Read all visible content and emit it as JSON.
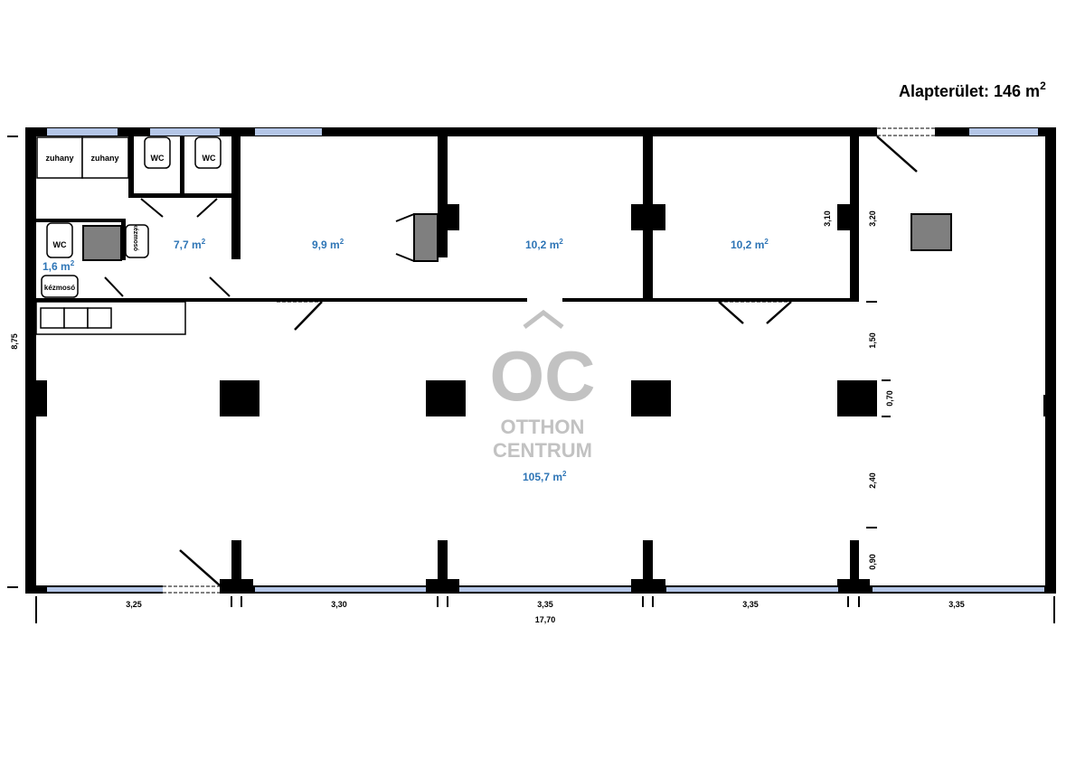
{
  "title": {
    "label": "Alapterület: 146 m",
    "sup": "2"
  },
  "rooms": [
    {
      "area": "1,6 m",
      "sup": "2"
    },
    {
      "area": "7,7 m",
      "sup": "2"
    },
    {
      "area": "9,9 m",
      "sup": "2"
    },
    {
      "area": "10,2 m",
      "sup": "2"
    },
    {
      "area": "10,2 m",
      "sup": "2"
    },
    {
      "area": "105,7 m",
      "sup": "2"
    }
  ],
  "fixtures": {
    "shower1": "zuhany",
    "shower2": "zuhany",
    "wc1": "WC",
    "wc2": "WC",
    "wc3": "WC",
    "sink1": "kézmosó",
    "sink2": "kézmosó"
  },
  "dimensions": {
    "bottom": [
      "3,25",
      "3,30",
      "3,35",
      "3,35",
      "3,35"
    ],
    "total_width": "17,70",
    "height": "8,75",
    "right": [
      "3,10",
      "3,20",
      "1,50",
      "0,70",
      "2,40",
      "0,90"
    ]
  },
  "logo": {
    "mark": "OC",
    "line1": "OTTHON",
    "line2": "CENTRUM"
  },
  "colors": {
    "wall": "#000000",
    "window": "#b4c6e7",
    "area_text": "#2e75b6",
    "shaft": "#7f7f7f",
    "logo": "#c2c2c2"
  }
}
